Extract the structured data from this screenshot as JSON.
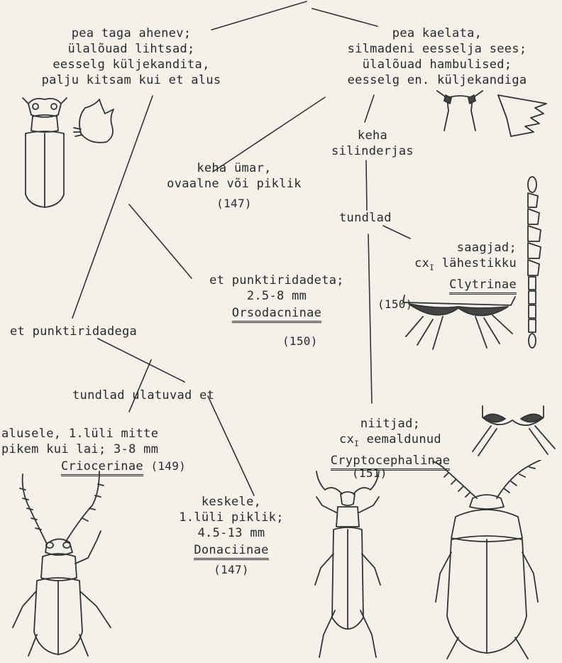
{
  "left_branch": {
    "line1": "pea taga ahenev;",
    "line2": "ülalõuad lihtsad;",
    "line3": "eesselg küljekandita,",
    "line4": "palju kitsam kui et alus"
  },
  "right_branch": {
    "line1": "pea kaelata,",
    "line2": "silmadeni eesselja sees;",
    "line3": "ülalõuad hambulised;",
    "line4": "eesselg en. küljekandiga"
  },
  "round_body": {
    "line1": "keha ümar,",
    "line2": "ovaalne või piklik",
    "ref": "(147)"
  },
  "cyl_body": {
    "line1": "keha",
    "line2": "silinderjas"
  },
  "antennae_node": "tundlad",
  "clytrinae": {
    "line1": "saagjad;",
    "line2": "cx",
    "line2_sub": "I",
    "line2_rest": " lähestikku",
    "name": "Clytrinae",
    "ref": "(150)"
  },
  "orsodacninae": {
    "line1": "et punktiridadeta;",
    "line2": "2.5-8 mm",
    "name": "Orsodacninae",
    "ref": "(150)"
  },
  "with_punct": "et punktiridadega",
  "antennae_reach": "tundlad ulatuvad et",
  "cryptocephalinae": {
    "line1": "niitjad;",
    "line2": "cx",
    "line2_sub": "I",
    "line2_rest": " eemaldunud",
    "name": "Cryptocephalinae",
    "ref": "(151)"
  },
  "criocerinae": {
    "line1": "alusele, 1.lüli mitte",
    "line2": "pikem kui lai; 3-8 mm",
    "name": "Criocerinae",
    "ref": "(149)"
  },
  "donaciinae": {
    "line1": "keskele,",
    "line2": "1.lüli piklik;",
    "line3": "4.5-13 mm",
    "name": "Donaciinae",
    "ref": "(147)"
  },
  "figures": {
    "beetle_orsodacne": "beetle-icon",
    "mandible_simple": "mandible-icon",
    "mandible_toothed": "mandible-icon",
    "head_front": "head-icon",
    "antenna_serrate": "antenna-icon",
    "coxae_close": "coxae-icon",
    "coxae_separated": "coxae-icon",
    "beetle_crioceris": "beetle-icon",
    "beetle_donacia": "beetle-icon",
    "beetle_cryptocephalus": "beetle-icon"
  }
}
